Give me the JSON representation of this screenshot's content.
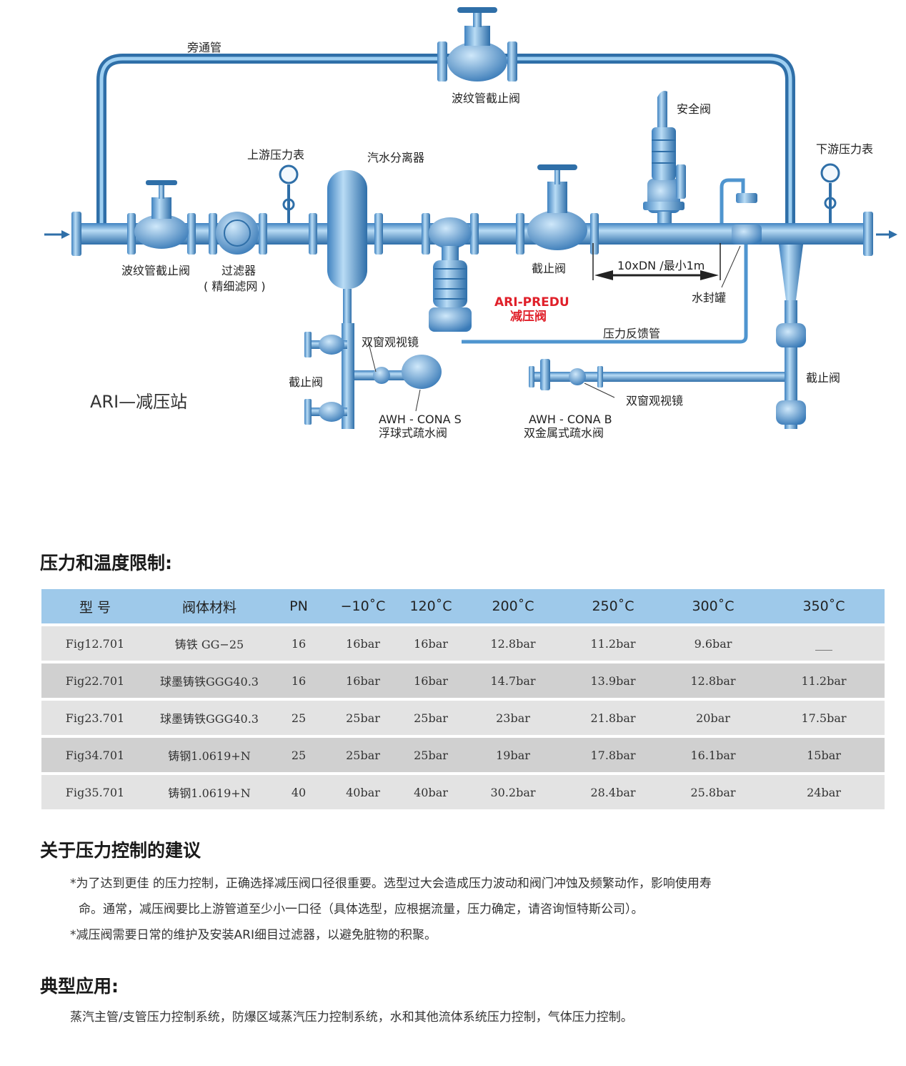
{
  "diagram": {
    "labels": {
      "bypass": "旁通管",
      "bellows_valve_top": "波纹管截止阀",
      "safety_valve": "安全阀",
      "upstream_gauge": "上游压力表",
      "separator": "汽水分离器",
      "downstream_gauge": "下游压力表",
      "bellows_valve_left": "波纹管截止阀",
      "filter": "过滤器",
      "filter_note": "( 精细滤网 )",
      "stop_valve_mid": "截止阀",
      "distance": "10xDN /最小1m",
      "water_seal": "水封罐",
      "ari_predu": "ARI-PREDU",
      "reducing_valve": "减压阀",
      "feedback_pipe": "压力反馈管",
      "sight_glass_left": "双窗观视镜",
      "stop_valve_left": "截止阀",
      "stop_valve_right": "截止阀",
      "sight_glass_right": "双窗观视镜",
      "station_title": "ARI—减压站",
      "trap_s_model": "AWH - CONA S",
      "trap_s_name": "浮球式疏水阀",
      "trap_b_model": "AWH - CONA B",
      "trap_b_name": "双金属式疏水阀"
    }
  },
  "section1": {
    "title": "压力和温度限制:"
  },
  "table": {
    "headers": [
      "型  号",
      "阀体材料",
      "PN",
      "−10˚C",
      "120˚C",
      "200˚C",
      "250˚C",
      "300˚C",
      "350˚C"
    ],
    "rows": [
      [
        "Fig12.701",
        "铸铁 GG−25",
        "16",
        "16bar",
        "16bar",
        "12.8bar",
        "11.2bar",
        "9.6bar",
        "___"
      ],
      [
        "Fig22.701",
        "球墨铸铁GGG40.3",
        "16",
        "16bar",
        "16bar",
        "14.7bar",
        "13.9bar",
        "12.8bar",
        "11.2bar"
      ],
      [
        "Fig23.701",
        "球墨铸铁GGG40.3",
        "25",
        "25bar",
        "25bar",
        "23bar",
        "21.8bar",
        "20bar",
        "17.5bar"
      ],
      [
        "Fig34.701",
        "铸钢1.0619+N",
        "25",
        "25bar",
        "25bar",
        "19bar",
        "17.8bar",
        "16.1bar",
        "15bar"
      ],
      [
        "Fig35.701",
        "铸钢1.0619+N",
        "40",
        "40bar",
        "40bar",
        "30.2bar",
        "28.4bar",
        "25.8bar",
        "24bar"
      ]
    ]
  },
  "section2": {
    "title": "关于压力控制的建议",
    "line1": "*为了达到更佳 的压力控制，正确选择减压阀口径很重要。选型过大会造成压力波动和阀门冲蚀及频繁动作，影响使用寿",
    "line2": "命。通常，减压阀要比上游管道至少小一口径（具体选型，应根据流量，压力确定，请咨询恒特斯公司）。",
    "line3": "*减压阀需要日常的维护及安装ARI细目过滤器，以避免脏物的积聚。"
  },
  "section3": {
    "title": "典型应用:",
    "text": "蒸汽主管/支管压力控制系统，防爆区域蒸汽压力控制系统，水和其他流体系统压力控制，气体压力控制。"
  },
  "colors": {
    "pipe": "#4f95cf",
    "pipe_dark": "#2f6fa8",
    "header_bg": "#9ec9ea",
    "accent_red": "#e0202a"
  }
}
